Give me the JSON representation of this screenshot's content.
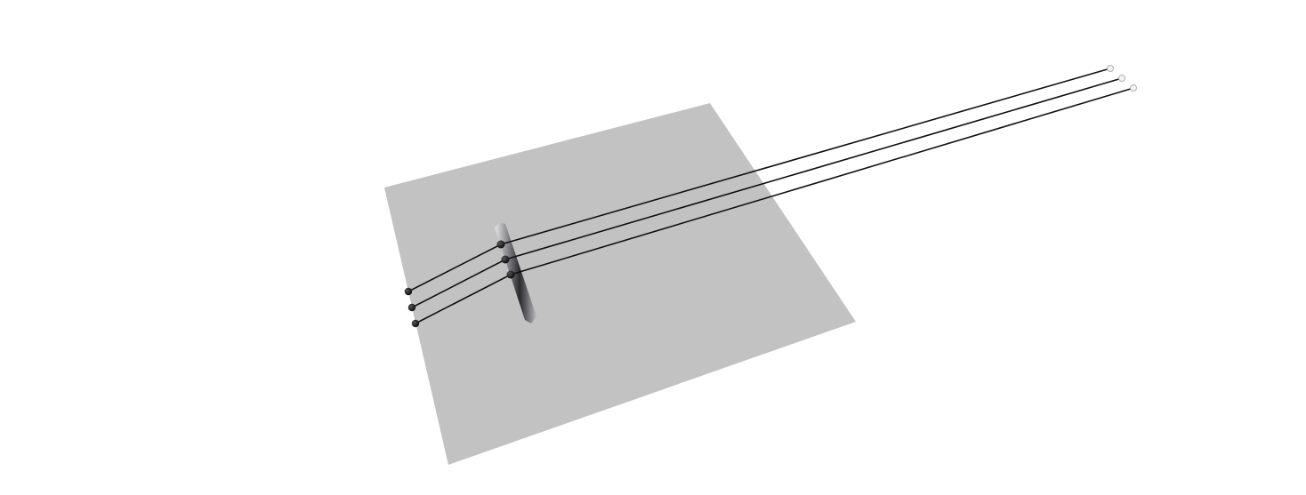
{
  "scene": {
    "background_color": "#ffffff",
    "plane_color": "#c2c2c3",
    "ray_color": "#111111",
    "ray_count": 3,
    "elements": [
      "ground-plane",
      "lens",
      "rays",
      "ray-source-points",
      "lens-hit-points",
      "ray-end-markers"
    ]
  }
}
